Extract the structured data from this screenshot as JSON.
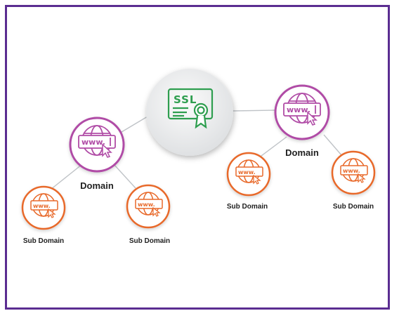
{
  "colors": {
    "frame": "#5b2d91",
    "domain_ring": "#b04ca6",
    "subdomain_ring": "#e8692a",
    "ssl_green": "#2e9e4f",
    "connector": "#bfc3c7",
    "ssl_disc": "#eceeef"
  },
  "center": {
    "label": "SSL",
    "icon": "ssl-certificate-icon"
  },
  "domains": [
    {
      "label": "Domain",
      "icon_text": "www.",
      "icon": "globe-cursor-icon",
      "subdomains": [
        {
          "label": "Sub Domain",
          "icon_text": "www.",
          "icon": "globe-cursor-icon"
        },
        {
          "label": "Sub Domain",
          "icon_text": "www.",
          "icon": "globe-cursor-icon"
        }
      ]
    },
    {
      "label": "Domain",
      "icon_text": "www.",
      "icon": "globe-cursor-icon",
      "subdomains": [
        {
          "label": "Sub Domain",
          "icon_text": "www.",
          "icon": "globe-cursor-icon"
        },
        {
          "label": "Sub Domain",
          "icon_text": "www.",
          "icon": "globe-cursor-icon"
        }
      ]
    }
  ]
}
